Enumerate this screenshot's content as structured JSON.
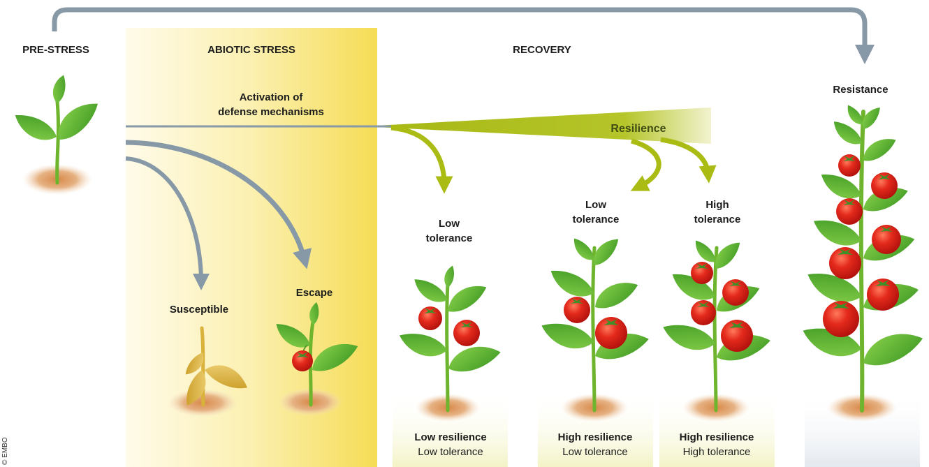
{
  "phases": {
    "pre_stress": "PRE-STRESS",
    "abiotic_stress": "ABIOTIC STRESS",
    "recovery": "RECOVERY"
  },
  "labels": {
    "activation_line1": "Activation of",
    "activation_line2": "defense mechanisms",
    "resilience": "Resilience",
    "resistance": "Resistance",
    "susceptible": "Susceptible",
    "escape": "Escape",
    "low_tol_a_line1": "Low",
    "low_tol_a_line2": "tolerance",
    "low_tol_b_line1": "Low",
    "low_tol_b_line2": "tolerance",
    "high_tol_line1": "High",
    "high_tol_line2": "tolerance"
  },
  "outcomes": [
    {
      "resilience": "Low resilience",
      "tolerance": "Low tolerance"
    },
    {
      "resilience": "High resilience",
      "tolerance": "Low tolerance"
    },
    {
      "resilience": "High resilience",
      "tolerance": "High tolerance"
    }
  ],
  "copyright": "© EMBO",
  "colors": {
    "stress_band": "#f6de5c",
    "pathway_gray": "#8799a6",
    "resilience_olive": "#a9bb14",
    "leaf_green": "#5cb432",
    "stem_green": "#6eb52d",
    "tomato_red": "#e0241c",
    "soil": "#d9945a",
    "wilted_leaf": "#dcb53a"
  },
  "icons": [
    "seedling-icon",
    "wilted-plant-icon",
    "tomato-plant-icon"
  ]
}
